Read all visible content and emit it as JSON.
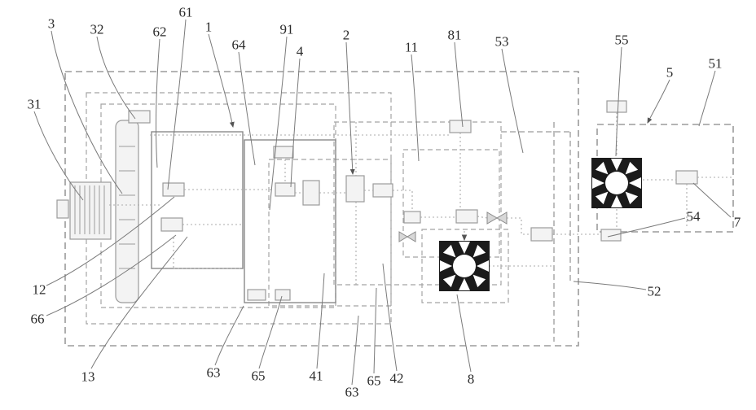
{
  "figure": {
    "kind": "patent schematic diagram",
    "background_color": "#ffffff",
    "line_color": "#9b9b9b",
    "dark_component_color": "#1b1b1b",
    "label_color": "#2b2b2b"
  },
  "labels": [
    {
      "id": "3",
      "text": "3"
    },
    {
      "id": "32",
      "text": "32"
    },
    {
      "id": "61",
      "text": "61"
    },
    {
      "id": "62",
      "text": "62"
    },
    {
      "id": "1",
      "text": "1"
    },
    {
      "id": "64",
      "text": "64"
    },
    {
      "id": "91",
      "text": "91"
    },
    {
      "id": "4",
      "text": "4"
    },
    {
      "id": "2",
      "text": "2"
    },
    {
      "id": "11",
      "text": "11"
    },
    {
      "id": "81",
      "text": "81"
    },
    {
      "id": "53",
      "text": "53"
    },
    {
      "id": "55",
      "text": "55"
    },
    {
      "id": "5",
      "text": "5"
    },
    {
      "id": "51",
      "text": "51"
    },
    {
      "id": "31",
      "text": "31"
    },
    {
      "id": "12",
      "text": "12"
    },
    {
      "id": "66",
      "text": "66"
    },
    {
      "id": "13",
      "text": "13"
    },
    {
      "id": "63a",
      "text": "63"
    },
    {
      "id": "65a",
      "text": "65"
    },
    {
      "id": "41",
      "text": "41"
    },
    {
      "id": "63b",
      "text": "63"
    },
    {
      "id": "65b",
      "text": "65"
    },
    {
      "id": "42",
      "text": "42"
    },
    {
      "id": "8",
      "text": "8"
    },
    {
      "id": "52",
      "text": "52"
    },
    {
      "id": "54",
      "text": "54"
    },
    {
      "id": "7",
      "text": "7"
    }
  ]
}
